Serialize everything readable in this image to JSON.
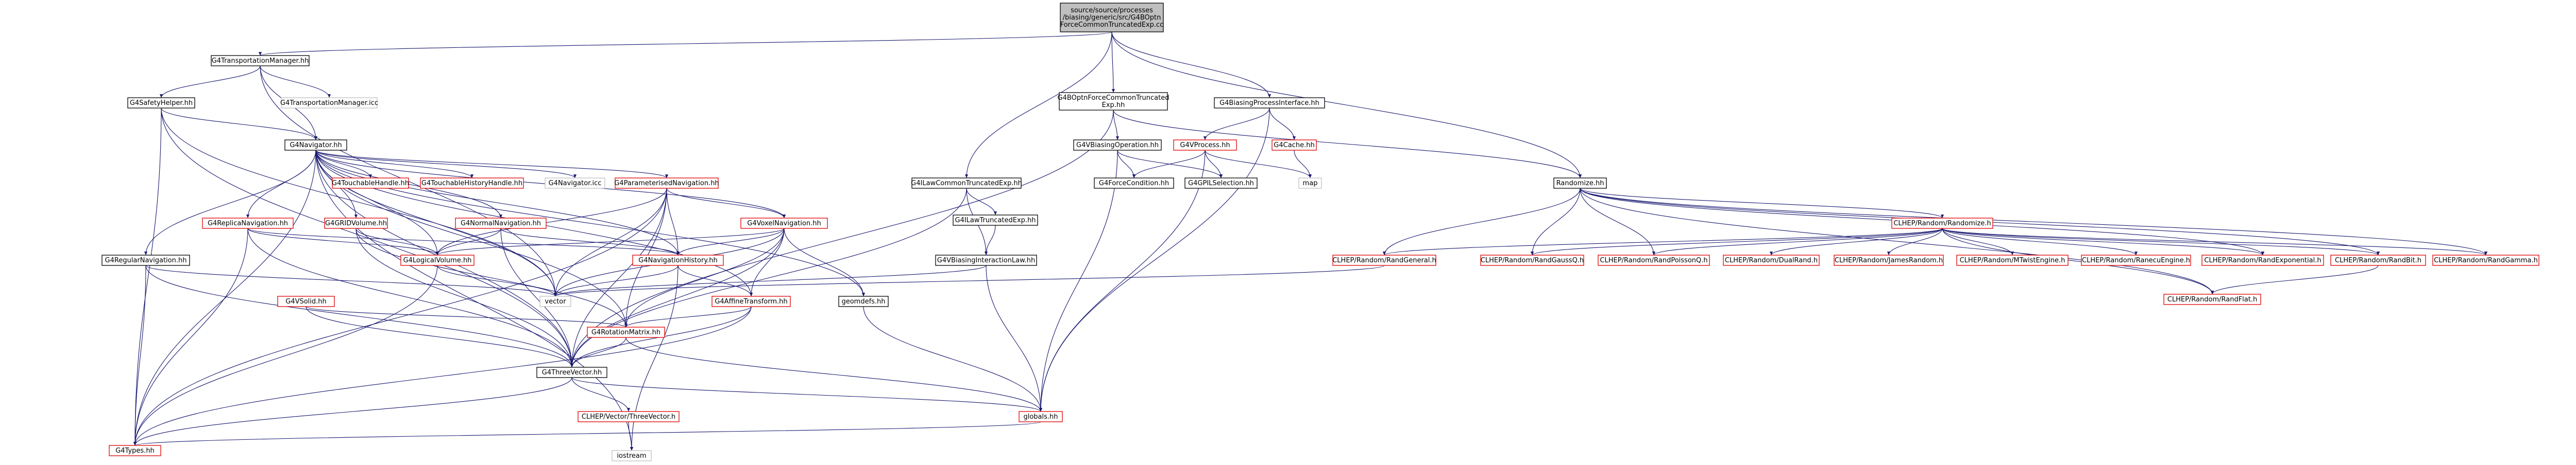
{
  "colors": {
    "root_fill": "#bfbfbf",
    "node_border_black": "#000000",
    "node_border_red": "#e00000",
    "node_border_gray": "#bfbfbf",
    "edge_color": "#191970",
    "text_color": "#000000"
  },
  "root_label_lines": [
    "source/source/processes",
    "/biasing/generic/src/G4BOptn",
    "ForceCommonTruncatedExp.cc"
  ],
  "nodes": [
    {
      "id": "n_tm",
      "label": "G4TransportationManager.hh",
      "border": "black"
    },
    {
      "id": "n_tmicc",
      "label": "G4TransportationManager.icc",
      "border": "gray"
    },
    {
      "id": "n_safety",
      "label": "G4SafetyHelper.hh",
      "border": "black"
    },
    {
      "id": "n_nav",
      "label": "G4Navigator.hh",
      "border": "black"
    },
    {
      "id": "n_touch",
      "label": "G4TouchableHandle.hh",
      "border": "red"
    },
    {
      "id": "n_touchhist",
      "label": "G4TouchableHistoryHandle.hh",
      "border": "red"
    },
    {
      "id": "n_navicc",
      "label": "G4Navigator.icc",
      "border": "gray"
    },
    {
      "id": "n_param",
      "label": "G4ParameterisedNavigation.hh",
      "border": "red"
    },
    {
      "id": "n_replica",
      "label": "G4ReplicaNavigation.hh",
      "border": "red"
    },
    {
      "id": "n_grid",
      "label": "G4GRIDVolume.hh",
      "border": "red"
    },
    {
      "id": "n_normal",
      "label": "G4NormalNavigation.hh",
      "border": "red"
    },
    {
      "id": "n_voxel",
      "label": "G4VoxelNavigation.hh",
      "border": "red"
    },
    {
      "id": "n_regular",
      "label": "G4RegularNavigation.hh",
      "border": "black"
    },
    {
      "id": "n_logical",
      "label": "G4LogicalVolume.hh",
      "border": "red"
    },
    {
      "id": "n_navhist",
      "label": "G4NavigationHistory.hh",
      "border": "red"
    },
    {
      "id": "n_vector",
      "label": "vector",
      "border": "gray"
    },
    {
      "id": "n_geomdefs",
      "label": "geomdefs.hh",
      "border": "black"
    },
    {
      "id": "n_affine",
      "label": "G4AffineTransform.hh",
      "border": "red"
    },
    {
      "id": "n_vsolid",
      "label": "G4VSolid.hh",
      "border": "red"
    },
    {
      "id": "n_rotation",
      "label": "G4RotationMatrix.hh",
      "border": "red"
    },
    {
      "id": "n_three",
      "label": "G4ThreeVector.hh",
      "border": "black"
    },
    {
      "id": "n_clhep3v",
      "label": "CLHEP/Vector/ThreeVector.h",
      "border": "red"
    },
    {
      "id": "n_iostream",
      "label": "iostream",
      "border": "gray"
    },
    {
      "id": "n_types",
      "label": "G4Types.hh",
      "border": "red"
    },
    {
      "id": "n_globals",
      "label": "globals.hh",
      "border": "red"
    },
    {
      "id": "n_optn",
      "label_lines": [
        "G4BOptnForceCommonTruncated",
        "Exp.hh"
      ],
      "border": "black"
    },
    {
      "id": "n_vbiasop",
      "label": "G4VBiasingOperation.hh",
      "border": "black"
    },
    {
      "id": "n_forcecond",
      "label": "G4ForceCondition.hh",
      "border": "black"
    },
    {
      "id": "n_gpilsel",
      "label": "G4GPILSelection.hh",
      "border": "black"
    },
    {
      "id": "n_bpi",
      "label": "G4BiasingProcessInterface.hh",
      "border": "black"
    },
    {
      "id": "n_vprocess",
      "label": "G4VProcess.hh",
      "border": "red"
    },
    {
      "id": "n_cache",
      "label": "G4Cache.hh",
      "border": "red"
    },
    {
      "id": "n_map",
      "label": "map",
      "border": "gray"
    },
    {
      "id": "n_ilaw",
      "label": "G4ILawCommonTruncatedExp.hh",
      "border": "black"
    },
    {
      "id": "n_ilawtrunc",
      "label": "G4ILawTruncatedExp.hh",
      "border": "black"
    },
    {
      "id": "n_vbil",
      "label": "G4VBiasingInteractionLaw.hh",
      "border": "black"
    },
    {
      "id": "n_randomize",
      "label": "Randomize.hh",
      "border": "black"
    },
    {
      "id": "n_clhep_randomize",
      "label": "CLHEP/Random/Randomize.h",
      "border": "red"
    },
    {
      "id": "n_randgeneral",
      "label": "CLHEP/Random/RandGeneral.h",
      "border": "red"
    },
    {
      "id": "n_randgauss",
      "label": "CLHEP/Random/RandGaussQ.h",
      "border": "red"
    },
    {
      "id": "n_randpoisson",
      "label": "CLHEP/Random/RandPoissonQ.h",
      "border": "red"
    },
    {
      "id": "n_dualrand",
      "label": "CLHEP/Random/DualRand.h",
      "border": "red"
    },
    {
      "id": "n_james",
      "label": "CLHEP/Random/JamesRandom.h",
      "border": "red"
    },
    {
      "id": "n_mtwist",
      "label": "CLHEP/Random/MTwistEngine.h",
      "border": "red"
    },
    {
      "id": "n_ranecu",
      "label": "CLHEP/Random/RanecuEngine.h",
      "border": "red"
    },
    {
      "id": "n_randexp",
      "label": "CLHEP/Random/RandExponential.h",
      "border": "red"
    },
    {
      "id": "n_randbit",
      "label": "CLHEP/Random/RandBit.h",
      "border": "red"
    },
    {
      "id": "n_randgamma",
      "label": "CLHEP/Random/RandGamma.h",
      "border": "red"
    },
    {
      "id": "n_randflat",
      "label": "CLHEP/Random/RandFlat.h",
      "border": "red"
    }
  ],
  "edges": [
    [
      "root",
      "n_tm"
    ],
    [
      "root",
      "n_optn"
    ],
    [
      "root",
      "n_bpi"
    ],
    [
      "root",
      "n_ilaw"
    ],
    [
      "root",
      "n_randomize"
    ],
    [
      "n_tm",
      "n_tmicc"
    ],
    [
      "n_tm",
      "n_safety"
    ],
    [
      "n_tm",
      "n_nav"
    ],
    [
      "n_tm",
      "n_vector"
    ],
    [
      "n_safety",
      "n_nav"
    ],
    [
      "n_safety",
      "n_three"
    ],
    [
      "n_safety",
      "n_types"
    ],
    [
      "n_safety",
      "n_vector"
    ],
    [
      "n_nav",
      "n_touch"
    ],
    [
      "n_nav",
      "n_touchhist"
    ],
    [
      "n_nav",
      "n_navicc"
    ],
    [
      "n_nav",
      "n_param"
    ],
    [
      "n_nav",
      "n_replica"
    ],
    [
      "n_nav",
      "n_grid"
    ],
    [
      "n_nav",
      "n_normal"
    ],
    [
      "n_nav",
      "n_voxel"
    ],
    [
      "n_nav",
      "n_regular"
    ],
    [
      "n_nav",
      "n_logical"
    ],
    [
      "n_nav",
      "n_navhist"
    ],
    [
      "n_nav",
      "n_vector"
    ],
    [
      "n_nav",
      "n_geomdefs"
    ],
    [
      "n_nav",
      "n_affine"
    ],
    [
      "n_nav",
      "n_three"
    ],
    [
      "n_nav",
      "n_rotation"
    ],
    [
      "n_nav",
      "n_iostream"
    ],
    [
      "n_nav",
      "n_types"
    ],
    [
      "n_param",
      "n_logical"
    ],
    [
      "n_param",
      "n_navhist"
    ],
    [
      "n_param",
      "n_voxel"
    ],
    [
      "n_param",
      "n_vector"
    ],
    [
      "n_param",
      "n_three"
    ],
    [
      "n_param",
      "n_types"
    ],
    [
      "n_param",
      "n_rotation"
    ],
    [
      "n_replica",
      "n_logical"
    ],
    [
      "n_replica",
      "n_types"
    ],
    [
      "n_replica",
      "n_three"
    ],
    [
      "n_replica",
      "n_navhist"
    ],
    [
      "n_grid",
      "n_logical"
    ],
    [
      "n_grid",
      "n_three"
    ],
    [
      "n_grid",
      "n_rotation"
    ],
    [
      "n_normal",
      "n_logical"
    ],
    [
      "n_normal",
      "n_navhist"
    ],
    [
      "n_normal",
      "n_three"
    ],
    [
      "n_voxel",
      "n_navhist"
    ],
    [
      "n_voxel",
      "n_logical"
    ],
    [
      "n_voxel",
      "n_vector"
    ],
    [
      "n_voxel",
      "n_geomdefs"
    ],
    [
      "n_voxel",
      "n_affine"
    ],
    [
      "n_voxel",
      "n_three"
    ],
    [
      "n_voxel",
      "n_rotation"
    ],
    [
      "n_regular",
      "n_vector"
    ],
    [
      "n_regular",
      "n_three"
    ],
    [
      "n_regular",
      "n_types"
    ],
    [
      "n_logical",
      "n_vector"
    ],
    [
      "n_logical",
      "n_types"
    ],
    [
      "n_navhist",
      "n_affine"
    ],
    [
      "n_navhist",
      "n_vector"
    ],
    [
      "n_navhist",
      "n_iostream"
    ],
    [
      "n_affine",
      "n_rotation"
    ],
    [
      "n_affine",
      "n_three"
    ],
    [
      "n_affine",
      "n_types"
    ],
    [
      "n_vsolid",
      "n_three"
    ],
    [
      "n_vsolid",
      "n_rotation"
    ],
    [
      "n_rotation",
      "n_three"
    ],
    [
      "n_rotation",
      "n_globals"
    ],
    [
      "n_three",
      "n_clhep3v"
    ],
    [
      "n_three",
      "n_globals"
    ],
    [
      "n_three",
      "n_types"
    ],
    [
      "n_clhep3v",
      "n_iostream"
    ],
    [
      "n_globals",
      "n_types"
    ],
    [
      "n_geomdefs",
      "n_globals"
    ],
    [
      "n_optn",
      "n_vbiasop"
    ],
    [
      "n_optn",
      "n_three"
    ],
    [
      "n_optn",
      "n_randomize"
    ],
    [
      "n_vbiasop",
      "n_forcecond"
    ],
    [
      "n_vbiasop",
      "n_gpilsel"
    ],
    [
      "n_vbiasop",
      "n_globals"
    ],
    [
      "n_bpi",
      "n_vprocess"
    ],
    [
      "n_bpi",
      "n_cache"
    ],
    [
      "n_bpi",
      "n_globals"
    ],
    [
      "n_vprocess",
      "n_forcecond"
    ],
    [
      "n_vprocess",
      "n_gpilsel"
    ],
    [
      "n_vprocess",
      "n_globals"
    ],
    [
      "n_vprocess",
      "n_map"
    ],
    [
      "n_cache",
      "n_map"
    ],
    [
      "n_ilaw",
      "n_ilawtrunc"
    ],
    [
      "n_ilaw",
      "n_vbil"
    ],
    [
      "n_ilaw",
      "n_three"
    ],
    [
      "n_ilawtrunc",
      "n_vbil"
    ],
    [
      "n_vbil",
      "n_globals"
    ],
    [
      "n_vbil",
      "n_vector"
    ],
    [
      "n_randomize",
      "n_clhep_randomize"
    ],
    [
      "n_randomize",
      "n_randgeneral"
    ],
    [
      "n_randomize",
      "n_randgauss"
    ],
    [
      "n_randomize",
      "n_randpoisson"
    ],
    [
      "n_randomize",
      "n_randexp"
    ],
    [
      "n_randomize",
      "n_randbit"
    ],
    [
      "n_randomize",
      "n_randgamma"
    ],
    [
      "n_randomize",
      "n_randflat"
    ],
    [
      "n_clhep_randomize",
      "n_randgeneral"
    ],
    [
      "n_clhep_randomize",
      "n_randgauss"
    ],
    [
      "n_clhep_randomize",
      "n_randpoisson"
    ],
    [
      "n_clhep_randomize",
      "n_dualrand"
    ],
    [
      "n_clhep_randomize",
      "n_james"
    ],
    [
      "n_clhep_randomize",
      "n_mtwist"
    ],
    [
      "n_clhep_randomize",
      "n_ranecu"
    ],
    [
      "n_clhep_randomize",
      "n_randexp"
    ],
    [
      "n_clhep_randomize",
      "n_randbit"
    ],
    [
      "n_clhep_randomize",
      "n_randgamma"
    ],
    [
      "n_clhep_randomize",
      "n_randflat"
    ],
    [
      "n_randgeneral",
      "n_vector"
    ],
    [
      "n_randbit",
      "n_randflat"
    ]
  ]
}
